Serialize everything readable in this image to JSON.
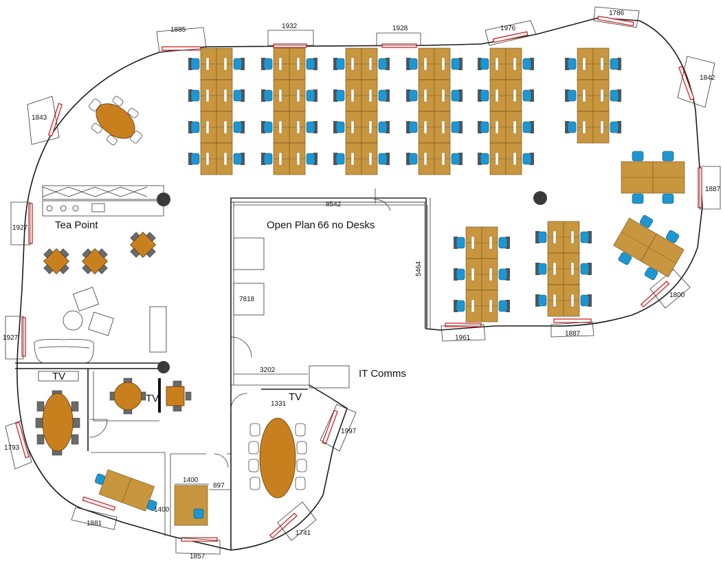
{
  "labels": {
    "tea_point": "Tea Point",
    "open_plan": "Open Plan",
    "desk_count": "66 no Desks",
    "it_comms": "IT Comms",
    "tv_1": "TV",
    "tv_2": "TV",
    "tv_3": "TV"
  },
  "window_dims": {
    "w1885": "1885",
    "w1932": "1932",
    "w1928": "1928",
    "w1976": "1976",
    "w1786": "1786",
    "w1842": "1842",
    "w1887_right": "1887",
    "w1800": "1800",
    "w1887_bottom": "1887",
    "w1961": "1961",
    "w1843": "1843",
    "w1927_upper": "1927",
    "w1927_lower": "1927",
    "w1793": "1793",
    "w1881": "1881",
    "w1857": "1857",
    "w1741": "1741",
    "w1997": "1997"
  },
  "room_dims": {
    "d8542": "8542",
    "d5464": "5464",
    "d7818": "7818",
    "d3202": "3202",
    "d1331": "1331",
    "d1400_top": "1400",
    "d897": "897",
    "d1400_side": "1400"
  },
  "colors": {
    "desk": "#c8963e",
    "chair": "#1e96d2",
    "meeting_table": "#c8801e",
    "window_frame": "#d01010",
    "wall": "#1a1a1a"
  }
}
